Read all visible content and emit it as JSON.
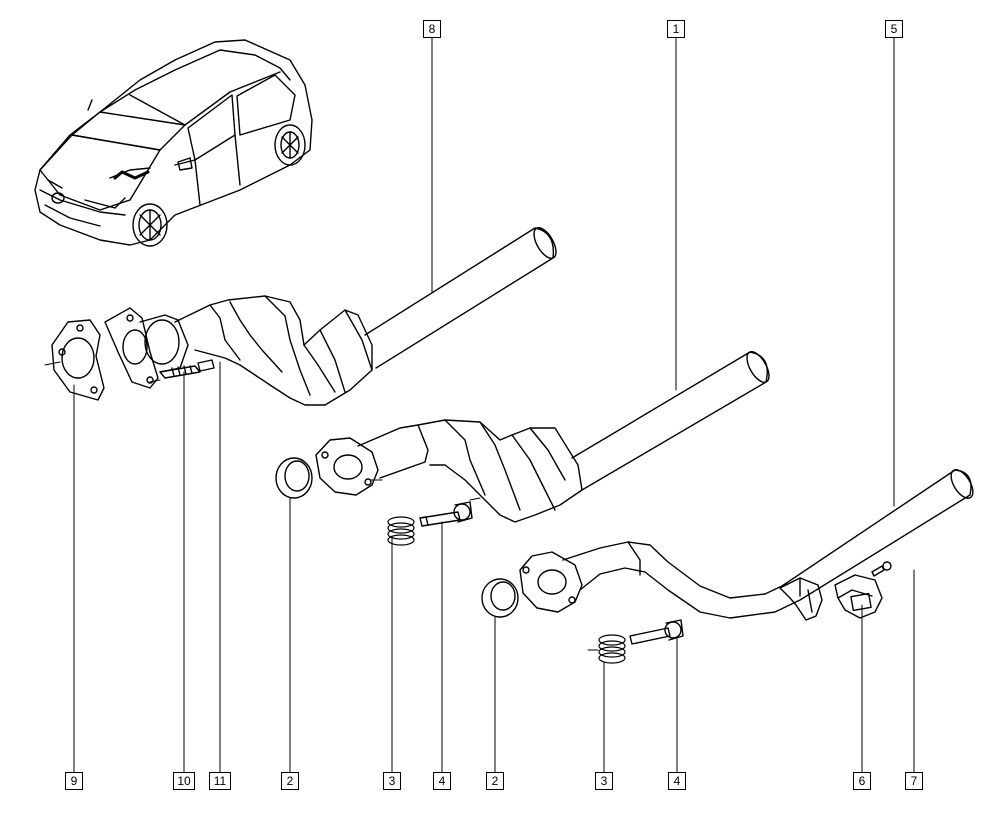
{
  "callouts": {
    "top": [
      "8",
      "1",
      "5"
    ],
    "bottom": [
      "9",
      "10",
      "11",
      "2",
      "3",
      "4",
      "2",
      "3",
      "4",
      "6",
      "7"
    ]
  },
  "colors": {
    "line": "#000000",
    "background": "#ffffff"
  }
}
